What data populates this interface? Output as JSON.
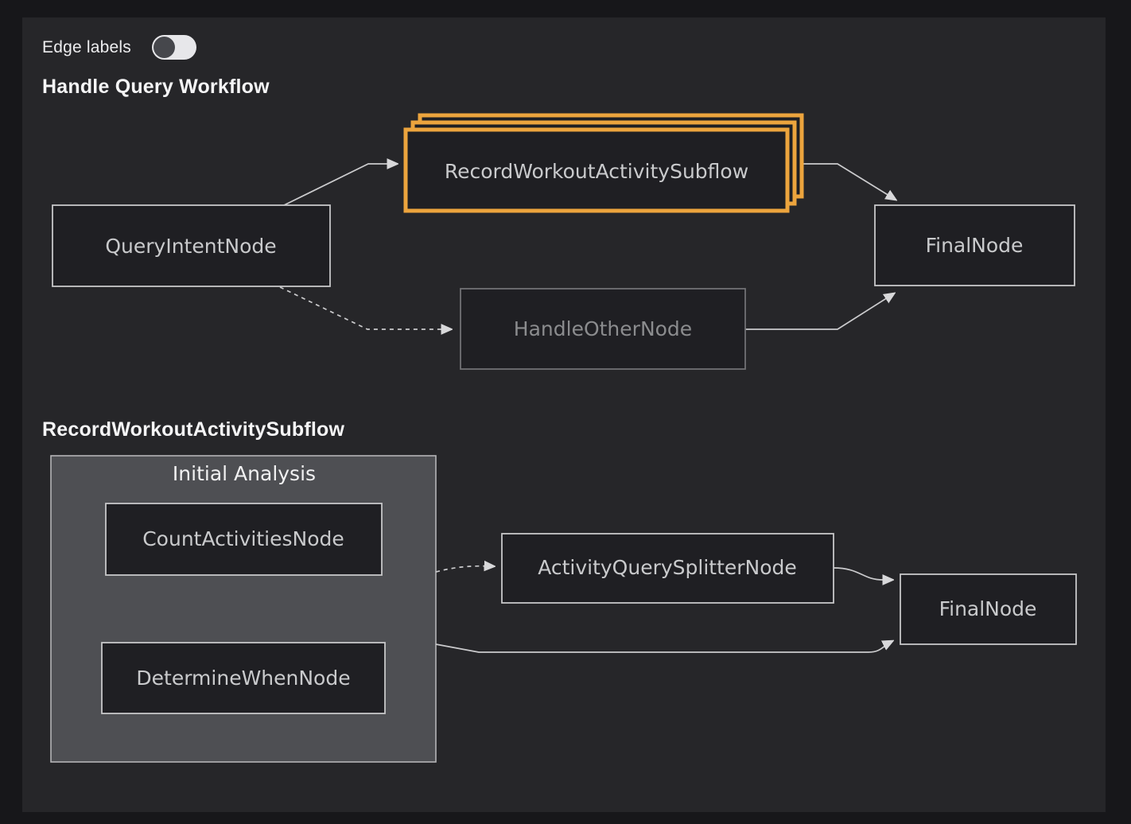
{
  "controls": {
    "edge_labels_label": "Edge labels",
    "edge_labels_state": "off"
  },
  "colors": {
    "outer_background": "#17171a",
    "panel_background": "#262629",
    "node_fill": "#1f1f23",
    "node_border": "#c7c7c9",
    "node_text": "#c9cacc",
    "muted_border": "#717174",
    "muted_text": "#8b8c8e",
    "highlight_orange": "#eca43d",
    "cluster_fill": "#4e4f53",
    "edge_color": "#cbcbcd",
    "toggle_track": "#e7e7ea",
    "toggle_knob": "#46474c"
  },
  "workflow1": {
    "title": "Handle Query Workflow",
    "nodes": {
      "query_intent": {
        "label": "QueryIntentNode",
        "style": "normal"
      },
      "record_workout_subflow": {
        "label": "RecordWorkoutActivitySubflow",
        "style": "highlighted-stack"
      },
      "handle_other": {
        "label": "HandleOtherNode",
        "style": "muted"
      },
      "final": {
        "label": "FinalNode",
        "style": "normal"
      }
    },
    "edges": [
      {
        "from": "QueryIntentNode",
        "to": "RecordWorkoutActivitySubflow",
        "style": "solid"
      },
      {
        "from": "QueryIntentNode",
        "to": "HandleOtherNode",
        "style": "dashed"
      },
      {
        "from": "RecordWorkoutActivitySubflow",
        "to": "FinalNode",
        "style": "solid"
      },
      {
        "from": "HandleOtherNode",
        "to": "FinalNode",
        "style": "solid"
      }
    ]
  },
  "workflow2": {
    "title": "RecordWorkoutActivitySubflow",
    "cluster": {
      "label": "Initial Analysis"
    },
    "nodes": {
      "count_activities": {
        "label": "CountActivitiesNode",
        "style": "normal"
      },
      "determine_when": {
        "label": "DetermineWhenNode",
        "style": "normal"
      },
      "activity_query_splitter": {
        "label": "ActivityQuerySplitterNode",
        "style": "normal"
      },
      "final": {
        "label": "FinalNode",
        "style": "normal"
      }
    },
    "edges": [
      {
        "from": "Initial Analysis",
        "to": "ActivityQuerySplitterNode",
        "style": "dashed"
      },
      {
        "from": "ActivityQuerySplitterNode",
        "to": "FinalNode",
        "style": "solid"
      },
      {
        "from": "Initial Analysis",
        "to": "FinalNode",
        "style": "solid"
      }
    ]
  }
}
